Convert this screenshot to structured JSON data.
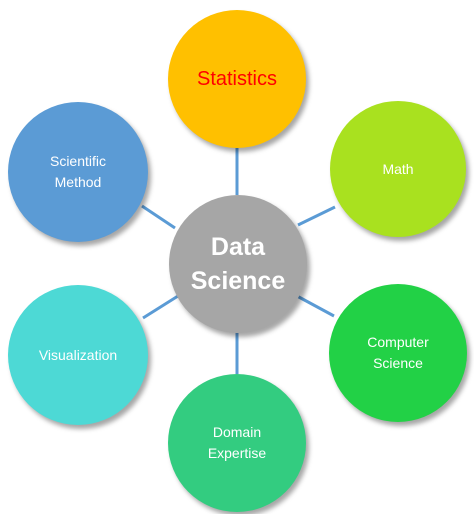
{
  "colors": {
    "connector": "#5B9BD5",
    "center": "#A6A6A6",
    "statistics": "#FFC000",
    "statistics_text": "#FF0000",
    "math": "#A9E11F",
    "scientific_method": "#5B9BD5",
    "visualization": "#4DD9D5",
    "computer_science": "#22D146",
    "domain_expertise": "#33CC80",
    "node_text": "#FFFFFF"
  },
  "center": {
    "label": "Data\nScience"
  },
  "nodes": {
    "statistics": {
      "label": "Statistics"
    },
    "math": {
      "label": "Math"
    },
    "scientific_method": {
      "label": "Scientific\nMethod"
    },
    "visualization": {
      "label": "Visualization"
    },
    "computer_science": {
      "label": "Computer\nScience"
    },
    "domain_expertise": {
      "label": "Domain\nExpertise"
    }
  }
}
